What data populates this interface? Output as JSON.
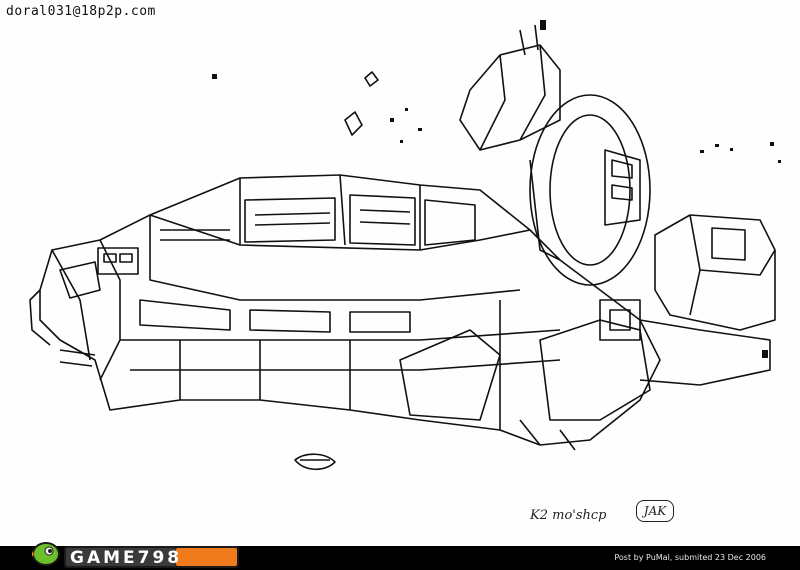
{
  "watermark": {
    "email": "doral031@18p2p.com"
  },
  "caption": {
    "text": "K2 mo'shcp"
  },
  "signature": {
    "text": "JAK"
  },
  "footer": {
    "credit": "Post by PuMal, submited 23 Dec 2006"
  },
  "logo": {
    "text": "GAME798",
    "colors": {
      "frame": "#1a1a1a",
      "green": "#6cc12a",
      "orange": "#f07b1d",
      "letters": "#ffffff"
    }
  },
  "icons": {
    "logo": "fish-logo-icon",
    "drawing": "spaceship-sketch"
  }
}
